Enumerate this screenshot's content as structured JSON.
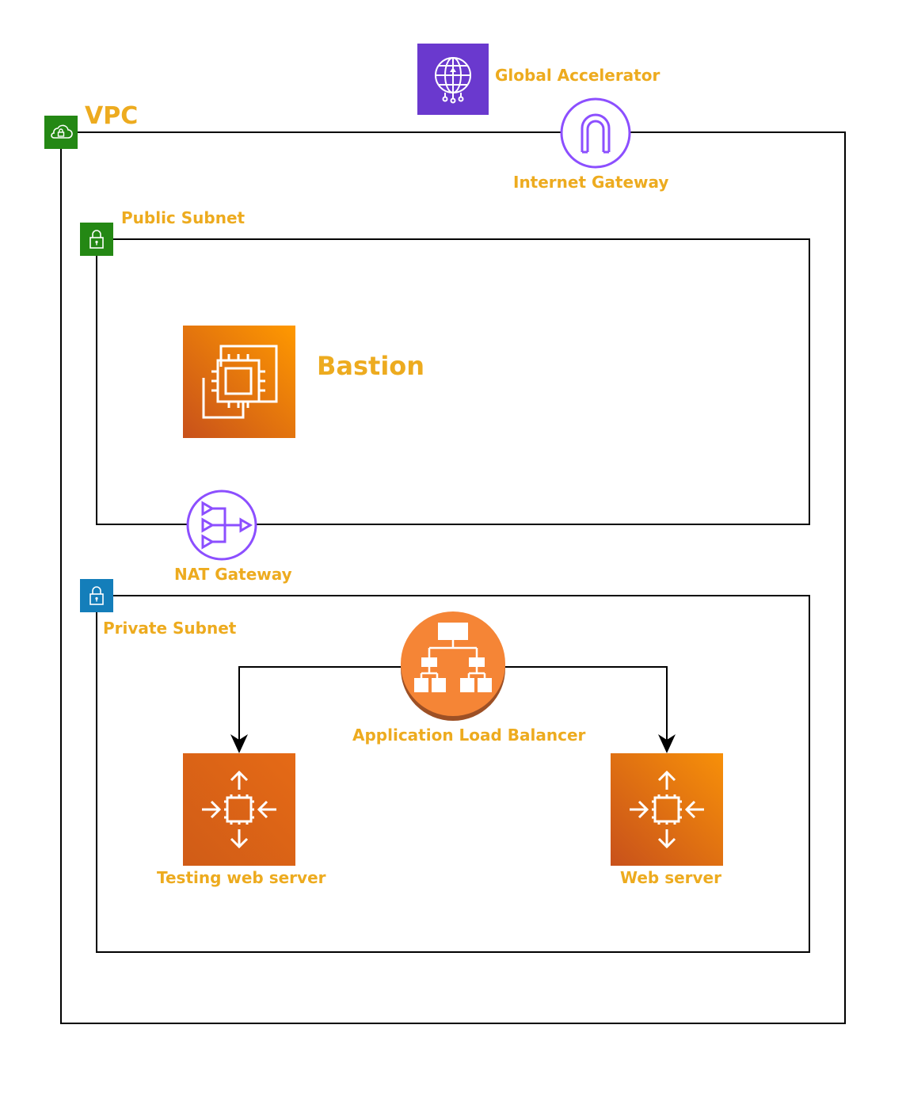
{
  "diagram": {
    "vpc": {
      "label": "VPC"
    },
    "global_accelerator": {
      "label": "Global Accelerator"
    },
    "internet_gateway": {
      "label": "Internet Gateway"
    },
    "public_subnet": {
      "label": "Public Subnet"
    },
    "bastion": {
      "label": "Bastion"
    },
    "nat_gateway": {
      "label": "NAT Gateway"
    },
    "private_subnet": {
      "label": "Private Subnet"
    },
    "load_balancer": {
      "label": "Application Load Balancer"
    },
    "testing_server": {
      "label": "Testing web server"
    },
    "web_server": {
      "label": "Web server"
    },
    "connections": [
      {
        "from": "Application Load Balancer",
        "to": "Testing web server"
      },
      {
        "from": "Application Load Balancer",
        "to": "Web server"
      }
    ]
  },
  "colors": {
    "label": "#EDAB1F",
    "vpc_badge": "#248814",
    "public_subnet_badge": "#248814",
    "private_subnet_badge": "#147EBA",
    "networking_purple": "#8C4FFF",
    "compute_orange": "#ED7100",
    "elb_orange": "#F58536"
  },
  "icons": {
    "vpc": "cloud-lock-icon",
    "subnet": "padlock-icon",
    "global_accelerator": "globe-icon",
    "internet_gateway": "arch-gateway-icon",
    "nat_gateway": "nat-gateway-icon",
    "bastion": "ec2-instances-icon",
    "load_balancer": "hierarchy-icon",
    "auto_scaling": "ec2-auto-scaling-icon"
  }
}
